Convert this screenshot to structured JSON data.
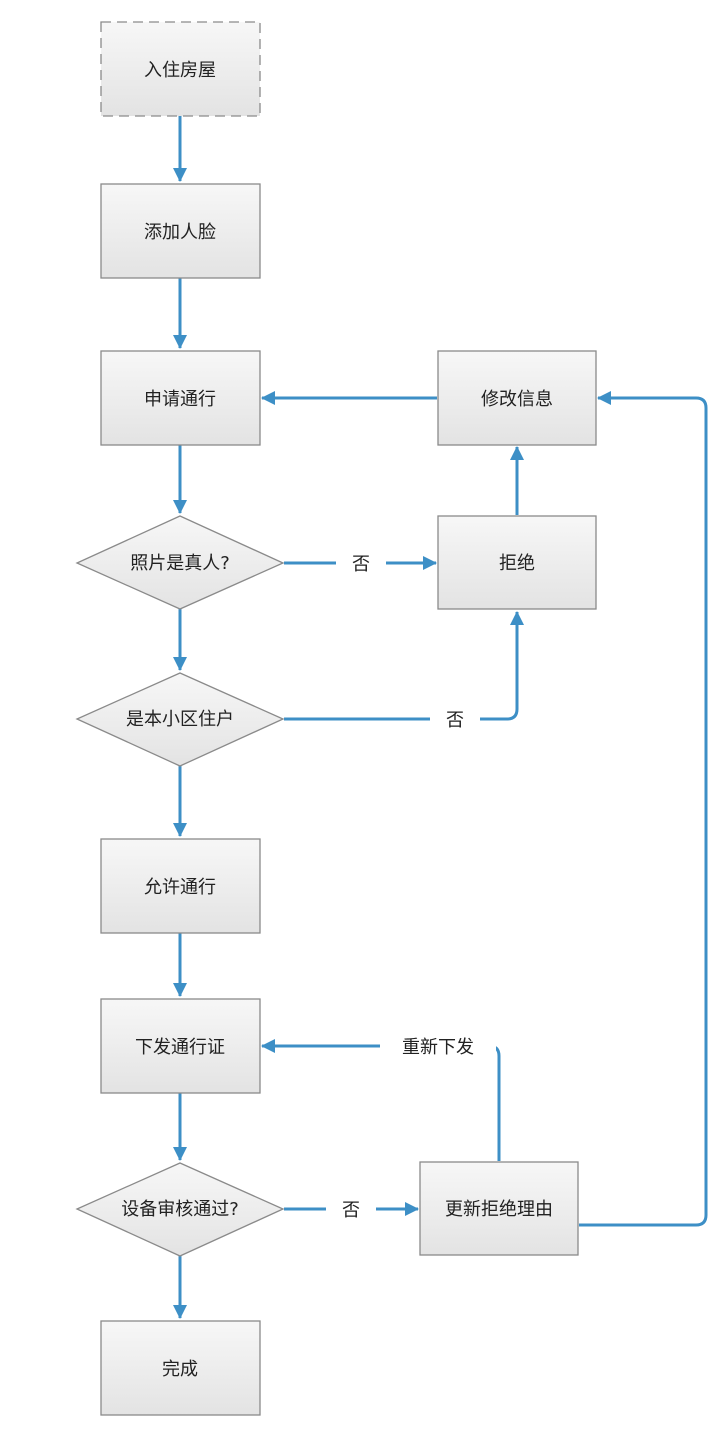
{
  "colors": {
    "edge": "#3d8fc6",
    "node_border": "#8a8a8a",
    "node_fill_top": "#f7f7f7",
    "node_fill_bottom": "#e4e4e4",
    "text": "#222222"
  },
  "nodes": {
    "move_in": "入住房屋",
    "add_face": "添加人脸",
    "apply_pass": "申请通行",
    "is_real_person": "照片是真人?",
    "is_resident": "是本小区住户",
    "allow_pass": "允许通行",
    "issue_pass": "下发通行证",
    "device_approved": "设备审核通过?",
    "done": "完成",
    "modify_info": "修改信息",
    "reject": "拒绝",
    "update_reject_reason": "更新拒绝理由"
  },
  "edge_labels": {
    "no_real_person": "否",
    "no_resident": "否",
    "no_device": "否",
    "reissue": "重新下发"
  }
}
